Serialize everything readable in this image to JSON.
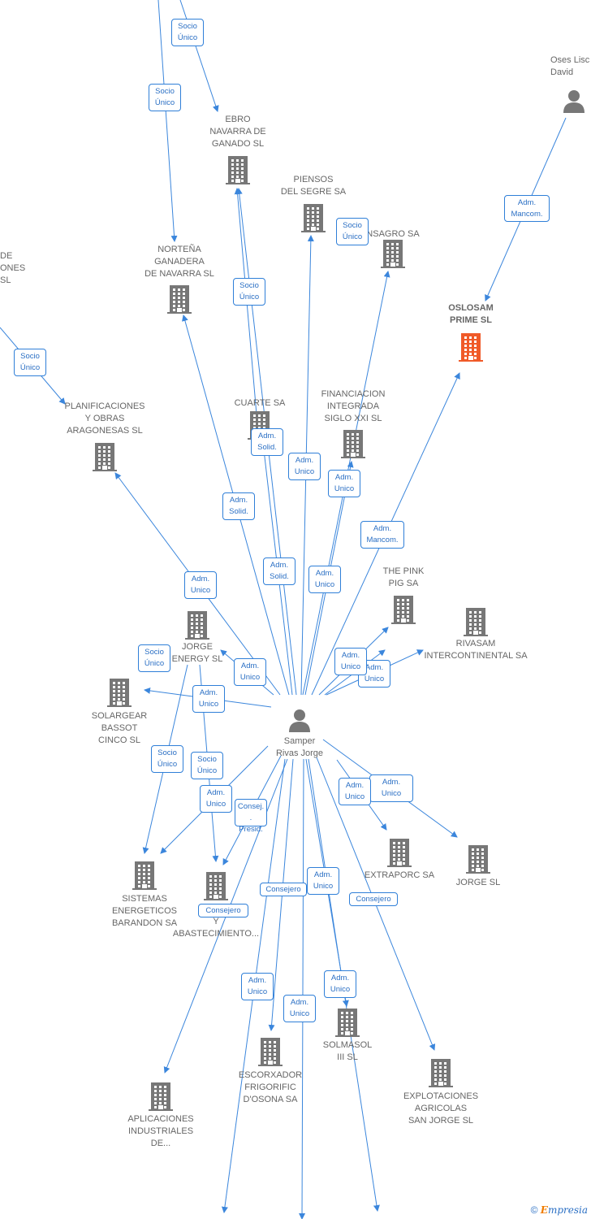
{
  "colors": {
    "edge": "#3b86dc",
    "company": "#777777",
    "highlight": "#f05a28",
    "person": "#777777"
  },
  "nodes": [
    {
      "id": "ebro",
      "type": "company",
      "label": "EBRO\nNAVARRA DE\nGANADO SL"
    },
    {
      "id": "piensos",
      "type": "company",
      "label": "PIENSOS\nDEL SEGRE SA"
    },
    {
      "id": "nsagro",
      "type": "company",
      "label": "NSAGRO SA"
    },
    {
      "id": "oses",
      "type": "person",
      "label": "Oses Lisc\nDavid"
    },
    {
      "id": "oslosam",
      "type": "company",
      "label": "OSLOSAM\nPRIME  SL",
      "highlight": true
    },
    {
      "id": "nortena",
      "type": "company",
      "label": "NORTEÑA\nGANADERA\nDE NAVARRA SL"
    },
    {
      "id": "de_ones",
      "type": "company",
      "label": "DE\nONES\nSL"
    },
    {
      "id": "planif",
      "type": "company",
      "label": "PLANIFICACIONES\nY OBRAS\nARAGONESAS SL"
    },
    {
      "id": "cuarte",
      "type": "company",
      "label": "CUARTE SA"
    },
    {
      "id": "financ",
      "type": "company",
      "label": "FINANCIACION\nINTEGRADA\nSIGLO XXI  SL"
    },
    {
      "id": "pinkpig",
      "type": "company",
      "label": "THE PINK\nPIG SA"
    },
    {
      "id": "rivasam",
      "type": "company",
      "label": "RIVASAM\nINTERCONTINENTAL SA"
    },
    {
      "id": "jorgeen",
      "type": "company",
      "label": "JORGE\nENERGY SL"
    },
    {
      "id": "solargear",
      "type": "company",
      "label": "SOLARGEAR\nBASSOT\nCINCO SL"
    },
    {
      "id": "samper",
      "type": "person",
      "label": "Samper\nRivas Jorge"
    },
    {
      "id": "sistemas",
      "type": "company",
      "label": "SISTEMAS\nENERGETICOS\nBARANDON SA"
    },
    {
      "id": "ge",
      "type": "company",
      "label": "GE\nY\nABASTECIMIENTO..."
    },
    {
      "id": "extraporc",
      "type": "company",
      "label": "EXTRAPORC SA"
    },
    {
      "id": "jorgesl",
      "type": "company",
      "label": "JORGE SL"
    },
    {
      "id": "solmasol",
      "type": "company",
      "label": "SOLMASOL\nIII SL"
    },
    {
      "id": "escorxador",
      "type": "company",
      "label": "ESCORXADOR\nFRIGORIFIC\nD'OSONA SA"
    },
    {
      "id": "explot",
      "type": "company",
      "label": "EXPLOTACIONES\nAGRICOLAS\nSAN JORGE SL"
    },
    {
      "id": "aplicaciones",
      "type": "company",
      "label": "APLICACIONES\nINDUSTRIALES\nDE..."
    }
  ],
  "edge_labels": [
    "Socio\nÚnico",
    "Socio\nÚnico",
    "Adm.\nMancom.",
    "Socio\nÚnico",
    "Socio\nÚnico",
    "Socio\nÚnico",
    "Adm.\nSolid.",
    "Adm.\nUnico",
    "Adm.\nUnico",
    "Adm.\nSolid.",
    "Adm.\nMancom.",
    "Adm.\nUnico",
    "Adm.\nSolid.",
    "Adm.\nUnico",
    "Socio\nÚnico",
    "Adm.\nUnico",
    "Adm.\nUnico",
    "Adm.\nUnico",
    "Adm.\nUnico",
    "Socio\nÚnico",
    "Socio\nÚnico",
    "Adm.\nUnico",
    "Adm.\nUnico",
    "Adm.\nUnico",
    "Consej. .\nPresid.",
    "Consejero",
    "Adm.\nUnico",
    "Consejero",
    "Consejero",
    "Adm.\nUnico",
    "Adm.\nUnico",
    "Adm.\nUnico"
  ],
  "footer": {
    "copyright": "©",
    "brand_initial": "E",
    "brand_rest": "mpresia"
  }
}
